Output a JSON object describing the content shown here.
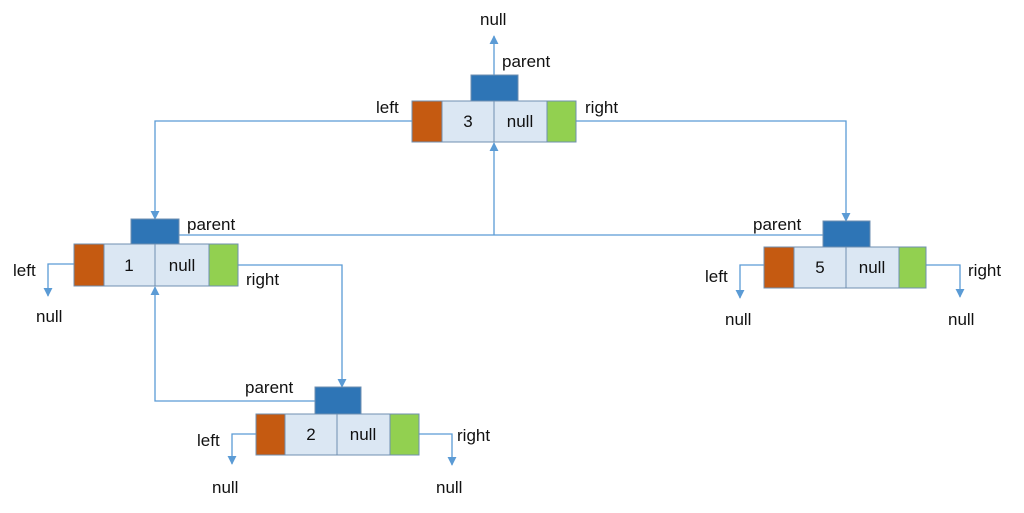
{
  "colors": {
    "left_pointer": "#c55a11",
    "right_pointer": "#92d050",
    "parent_pointer": "#2e75b6",
    "value_cell": "#dbe7f3",
    "edge": "#5b9bd5"
  },
  "nodes": {
    "n3": {
      "value": "3",
      "extra": "null",
      "left_label": "left",
      "right_label": "right",
      "parent_label": "parent",
      "parent_null": "null"
    },
    "n1": {
      "value": "1",
      "extra": "null",
      "left_label": "left",
      "right_label": "right",
      "parent_label": "parent",
      "left_null": "null"
    },
    "n5": {
      "value": "5",
      "extra": "null",
      "left_label": "left",
      "right_label": "right",
      "parent_label": "parent",
      "left_null": "null",
      "right_null": "null"
    },
    "n2": {
      "value": "2",
      "extra": "null",
      "left_label": "left",
      "right_label": "right",
      "parent_label": "parent",
      "left_null": "null",
      "right_null": "null"
    }
  }
}
